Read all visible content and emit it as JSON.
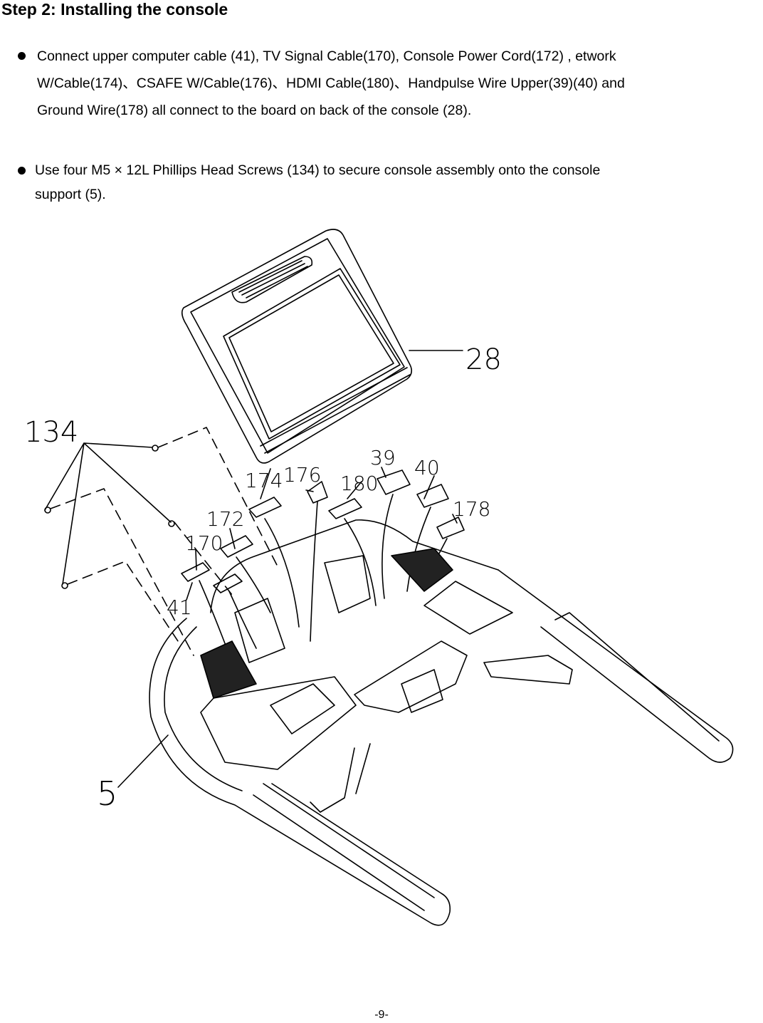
{
  "heading": "Step 2: Installing the console",
  "bullets": [
    {
      "lines": [
        "Connect upper computer cable (41), TV Signal Cable(170), Console Power Cord(172) , etwork",
        "W/Cable(174)、CSAFE W/Cable(176)、HDMI Cable(180)、Handpulse Wire Upper(39)(40) and",
        "Ground Wire(178) all connect to the board on back of the console (28)."
      ]
    },
    {
      "lines": [
        "Use four M5 × 12L Phillips Head Screws (134) to secure console assembly onto the console",
        "support (5)."
      ]
    }
  ],
  "callouts": {
    "c28": "28",
    "c134": "134",
    "c174": "174",
    "c176": "176",
    "c180": "180",
    "c39": "39",
    "c40": "40",
    "c178": "178",
    "c172": "172",
    "c170": "170",
    "c41": "41",
    "c5": "5"
  },
  "page_number": "-9-"
}
